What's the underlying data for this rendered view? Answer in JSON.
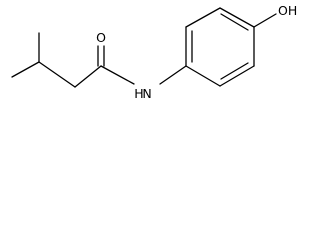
{
  "molecule": {
    "atoms": {
      "nh": "N",
      "nh_h": "H",
      "carbonyl_o": "O",
      "hydroxyl": "OH"
    }
  }
}
